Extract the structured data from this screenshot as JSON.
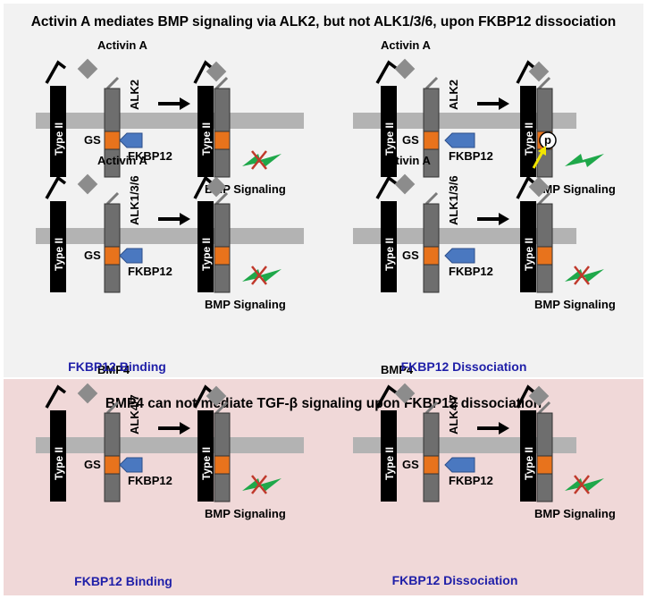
{
  "panels": {
    "top_title": "Activin A mediates BMP signaling via ALK2, but not ALK1/3/6, upon FKBP12 dissociation",
    "bottom_title": "BMP4 can not mediate TGF-β signaling upon FKBP12 dissociation"
  },
  "labels": {
    "type2": "Type II",
    "gs": "GS",
    "fkbp12": "FKBP12",
    "bmp_signaling": "BMP Signaling",
    "activin_a": "Activin A",
    "bmp4": "BMP4",
    "alk2": "ALK2",
    "alk136": "ALK1/3/6",
    "alk47": "ALK4/7",
    "phospho": "p",
    "fkbp12_binding": "FKBP12 Binding",
    "fkbp12_dissociation": "FKBP12 Dissociation"
  },
  "colors": {
    "top_panel_bg": "#f2f2f2",
    "bottom_panel_bg": "#f0d8d8",
    "membrane": "#b3b3b3",
    "type2_receptor": "#000000",
    "type1_receptor": "#6e6e6e",
    "gs_domain": "#e8731c",
    "fkbp12": "#4a78c0",
    "ligand": "#8c8c8c",
    "signal": "#1fa84a",
    "blocked_x": "#c0392b",
    "blue_caption": "#1f1fa8",
    "phospho_arrow": "#f2e600"
  },
  "rows": [
    {
      "ligand_key": "activin_a",
      "alk_key": "alk2",
      "left_signal": "blocked",
      "right_signal": "active"
    },
    {
      "ligand_key": "activin_a",
      "alk_key": "alk136",
      "left_signal": "blocked",
      "right_signal": "blocked"
    },
    {
      "ligand_key": "bmp4",
      "alk_key": "alk47",
      "left_signal": "blocked",
      "right_signal": "blocked"
    }
  ]
}
